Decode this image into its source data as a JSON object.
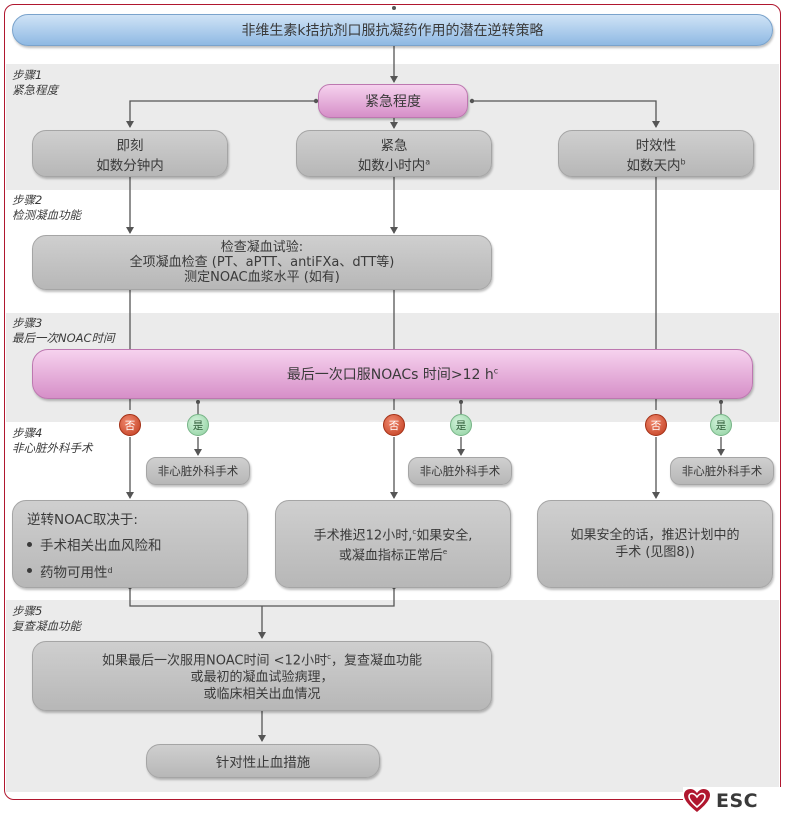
{
  "title": "非维生素k拮抗剂口服抗凝药作用的潜在逆转策略",
  "colors": {
    "frame": "#b0172f",
    "title": "#8fb9e3",
    "decision": "#d68fc8",
    "box": "#c3c3c3",
    "no": "#c03a1c",
    "yes": "#8ccf9d"
  },
  "steps": [
    {
      "label": "步骤1",
      "sub": "紧急程度"
    },
    {
      "label": "步骤2",
      "sub": "检测凝血功能"
    },
    {
      "label": "步骤3",
      "sub": "最后一次NOAC时间"
    },
    {
      "label": "步骤4",
      "sub": "非心脏外科手术"
    },
    {
      "label": "步骤5",
      "sub": "复查凝血功能"
    }
  ],
  "urgency": "紧急程度",
  "options": [
    {
      "l1": "即刻",
      "l2": "如数分钟内"
    },
    {
      "l1": "紧急",
      "l2": "如数小时内",
      "sup": "a"
    },
    {
      "l1": "时效性",
      "l2": "如数天内",
      "sup": "b"
    }
  ],
  "coag_test": {
    "l1": "检查凝血试验:",
    "l2": "全项凝血检查 (PT、aPTT、antiFXa、dTT等)",
    "l3": "测定NOAC血浆水平 (如有)"
  },
  "last_dose": {
    "text": "最后一次口服NOACs 时间>12 h",
    "sup": "c"
  },
  "no_label": "否",
  "yes_label": "是",
  "noncardiac_surgery": "非心脏外科手术",
  "reverse": {
    "l1": "逆转NOAC取决于:",
    "b1": "手术相关出血风险和",
    "b2": "药物可用性",
    "sup": "d"
  },
  "delay12": {
    "l1a": "手术推迟12小时,",
    "sup1": "c",
    "l1b": "如果安全,",
    "l2": "或凝血指标正常后",
    "sup2": "e"
  },
  "delay_planned": {
    "l1": "如果安全的话，推迟计划中的",
    "l2": "手术 (见图8))"
  },
  "recheck": {
    "l1a": "如果最后一次服用NOAC时间 <12小时",
    "sup": "c",
    "l1b": "，复查凝血功能",
    "l2": "或最初的凝血试验病理，",
    "l3": "或临床相关出血情况"
  },
  "hemostasis": "针对性止血措施",
  "logo": "ESC"
}
